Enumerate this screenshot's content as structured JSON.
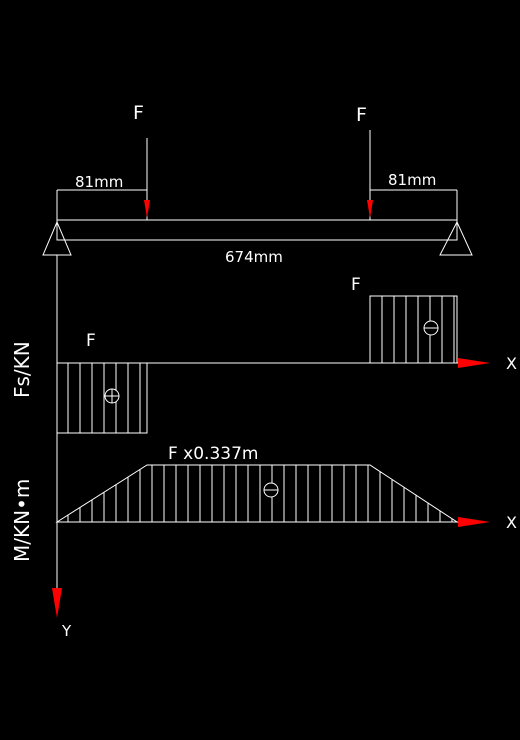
{
  "colors": {
    "background": "#000000",
    "line": "#ffffff",
    "arrow": "#ff0000"
  },
  "labels": {
    "load_left": "F",
    "load_right": "F",
    "dim_left": "81mm",
    "dim_right": "81mm",
    "dim_middle": "674mm",
    "shear_pos_label": "F",
    "shear_neg_label": "F",
    "moment_label": "F x0.337m",
    "shear_axis": "Fs/KN",
    "moment_axis": "M/KN•m",
    "x_axis_shear": "X",
    "x_axis_moment": "X",
    "y_axis": "Y"
  },
  "icons": {
    "support_left": "pin-support-icon",
    "support_right": "roller-support-icon",
    "shear_negative_sign": "circle-minus-icon",
    "shear_positive_sign": "circle-plus-icon",
    "moment_sign": "circle-minus-icon"
  }
}
